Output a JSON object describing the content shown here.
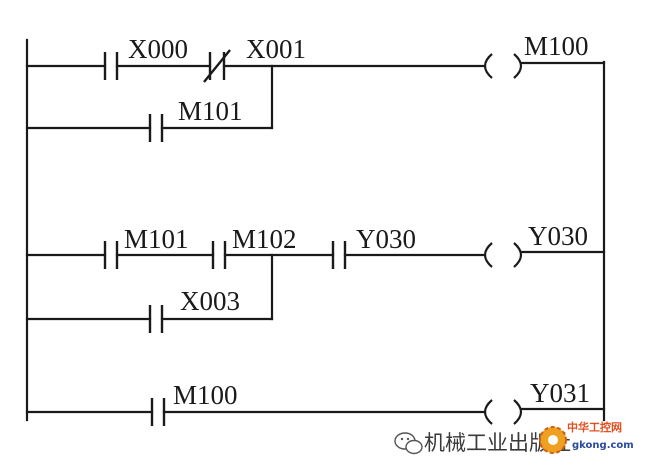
{
  "rung1": {
    "contact_1": "X000",
    "contact_2": "X001",
    "branch_contact": "M101",
    "coil": "M100"
  },
  "rung2": {
    "contact_1": "M101",
    "contact_2": "M102",
    "contact_3": "Y030",
    "branch_contact": "X003",
    "coil": "Y030"
  },
  "rung3": {
    "contact_1": "M100",
    "coil": "Y031"
  },
  "watermark": {
    "text": "机械工业出版社",
    "site_cn": "中华工控网",
    "site_url": "gkong.com"
  }
}
